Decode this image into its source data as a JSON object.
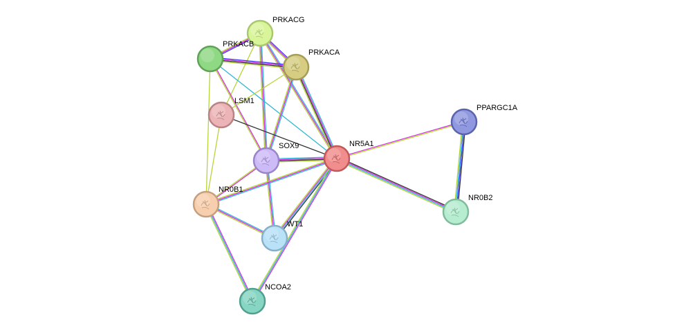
{
  "nodes": [
    {
      "id": "PRKACG",
      "label": "PRKACG",
      "color": "#d9f59a",
      "stroke": "#a9c86e",
      "icon": "protein-structure-icon"
    },
    {
      "id": "PRKACB",
      "label": "PRKACB",
      "color": "#8fd884",
      "stroke": "#5fa356",
      "icon": "none"
    },
    {
      "id": "PRKACA",
      "label": "PRKACA",
      "color": "#d6cd83",
      "stroke": "#a59d57",
      "icon": "protein-structure-icon"
    },
    {
      "id": "LSM1",
      "label": "LSM1",
      "color": "#ecb4b6",
      "stroke": "#b98385",
      "icon": "protein-structure-icon"
    },
    {
      "id": "SOX9",
      "label": "SOX9",
      "color": "#cdbbf7",
      "stroke": "#9886c7",
      "icon": "protein-structure-icon"
    },
    {
      "id": "NR5A1",
      "label": "NR5A1",
      "color": "#f18d8d",
      "stroke": "#c05a5a",
      "icon": "protein-structure-icon"
    },
    {
      "id": "PPARGC1A",
      "label": "PPARGC1A",
      "color": "#9099e0",
      "stroke": "#5a63ad",
      "icon": "protein-structure-icon"
    },
    {
      "id": "NR0B1",
      "label": "NR0B1",
      "color": "#f7cfae",
      "stroke": "#c6a07e",
      "icon": "protein-structure-icon"
    },
    {
      "id": "WT1",
      "label": "WT1",
      "color": "#b9e1f7",
      "stroke": "#87b0c8",
      "icon": "protein-structure-icon"
    },
    {
      "id": "NR0B2",
      "label": "NR0B2",
      "color": "#b6ecd0",
      "stroke": "#80bc9c",
      "icon": "protein-structure-icon"
    },
    {
      "id": "NCOA2",
      "label": "NCOA2",
      "color": "#87d5c3",
      "stroke": "#519f8e",
      "icon": "protein-structure-icon"
    }
  ],
  "edges": [
    {
      "source": "PRKACG",
      "target": "PRKACB",
      "evidence": [
        "blue",
        "magenta",
        "yellow"
      ]
    },
    {
      "source": "PRKACG",
      "target": "PRKACA",
      "evidence": [
        "blue",
        "magenta",
        "yellow"
      ]
    },
    {
      "source": "PRKACG",
      "target": "SOX9",
      "evidence": [
        "cyan",
        "magenta",
        "yellow"
      ]
    },
    {
      "source": "PRKACG",
      "target": "NR5A1",
      "evidence": [
        "cyan",
        "magenta",
        "yellow"
      ]
    },
    {
      "source": "PRKACG",
      "target": "LSM1",
      "evidence": [
        "yellow"
      ]
    },
    {
      "source": "PRKACB",
      "target": "PRKACA",
      "evidence": [
        "blue",
        "magenta",
        "black",
        "yellow"
      ]
    },
    {
      "source": "PRKACB",
      "target": "SOX9",
      "evidence": [
        "magenta",
        "yellow"
      ]
    },
    {
      "source": "PRKACB",
      "target": "NR5A1",
      "evidence": [
        "cyan"
      ]
    },
    {
      "source": "PRKACB",
      "target": "NR0B1",
      "evidence": [
        "yellow"
      ]
    },
    {
      "source": "PRKACA",
      "target": "SOX9",
      "evidence": [
        "cyan",
        "magenta",
        "yellow"
      ]
    },
    {
      "source": "PRKACA",
      "target": "NR5A1",
      "evidence": [
        "cyan",
        "magenta",
        "black",
        "yellow"
      ]
    },
    {
      "source": "PRKACA",
      "target": "LSM1",
      "evidence": [
        "yellow"
      ]
    },
    {
      "source": "LSM1",
      "target": "NR5A1",
      "evidence": [
        "black"
      ]
    },
    {
      "source": "LSM1",
      "target": "NR0B1",
      "evidence": [
        "yellow"
      ]
    },
    {
      "source": "SOX9",
      "target": "NR5A1",
      "evidence": [
        "cyan",
        "magenta",
        "black",
        "yellow"
      ]
    },
    {
      "source": "SOX9",
      "target": "NR0B1",
      "evidence": [
        "magenta",
        "yellow"
      ]
    },
    {
      "source": "SOX9",
      "target": "WT1",
      "evidence": [
        "cyan",
        "magenta",
        "yellow"
      ]
    },
    {
      "source": "NR5A1",
      "target": "PPARGC1A",
      "evidence": [
        "magenta",
        "yellow"
      ]
    },
    {
      "source": "NR5A1",
      "target": "NR0B2",
      "evidence": [
        "black",
        "magenta",
        "cyan",
        "yellow"
      ]
    },
    {
      "source": "NR5A1",
      "target": "NR0B1",
      "evidence": [
        "cyan",
        "magenta",
        "yellow"
      ]
    },
    {
      "source": "NR5A1",
      "target": "WT1",
      "evidence": [
        "black",
        "cyan",
        "magenta",
        "yellow"
      ]
    },
    {
      "source": "NR5A1",
      "target": "NCOA2",
      "evidence": [
        "magenta",
        "cyan",
        "yellow"
      ]
    },
    {
      "source": "PPARGC1A",
      "target": "NR0B2",
      "evidence": [
        "black",
        "blue",
        "cyan",
        "yellow"
      ]
    },
    {
      "source": "NR0B1",
      "target": "WT1",
      "evidence": [
        "cyan",
        "magenta",
        "yellow"
      ]
    },
    {
      "source": "NR0B1",
      "target": "NCOA2",
      "evidence": [
        "magenta",
        "cyan",
        "yellow"
      ]
    }
  ],
  "evidence_colors": {
    "blue": "#3a3af0",
    "magenta": "#d12fd8",
    "cyan": "#31b6d6",
    "yellow": "#b7d43a",
    "black": "#333333"
  }
}
